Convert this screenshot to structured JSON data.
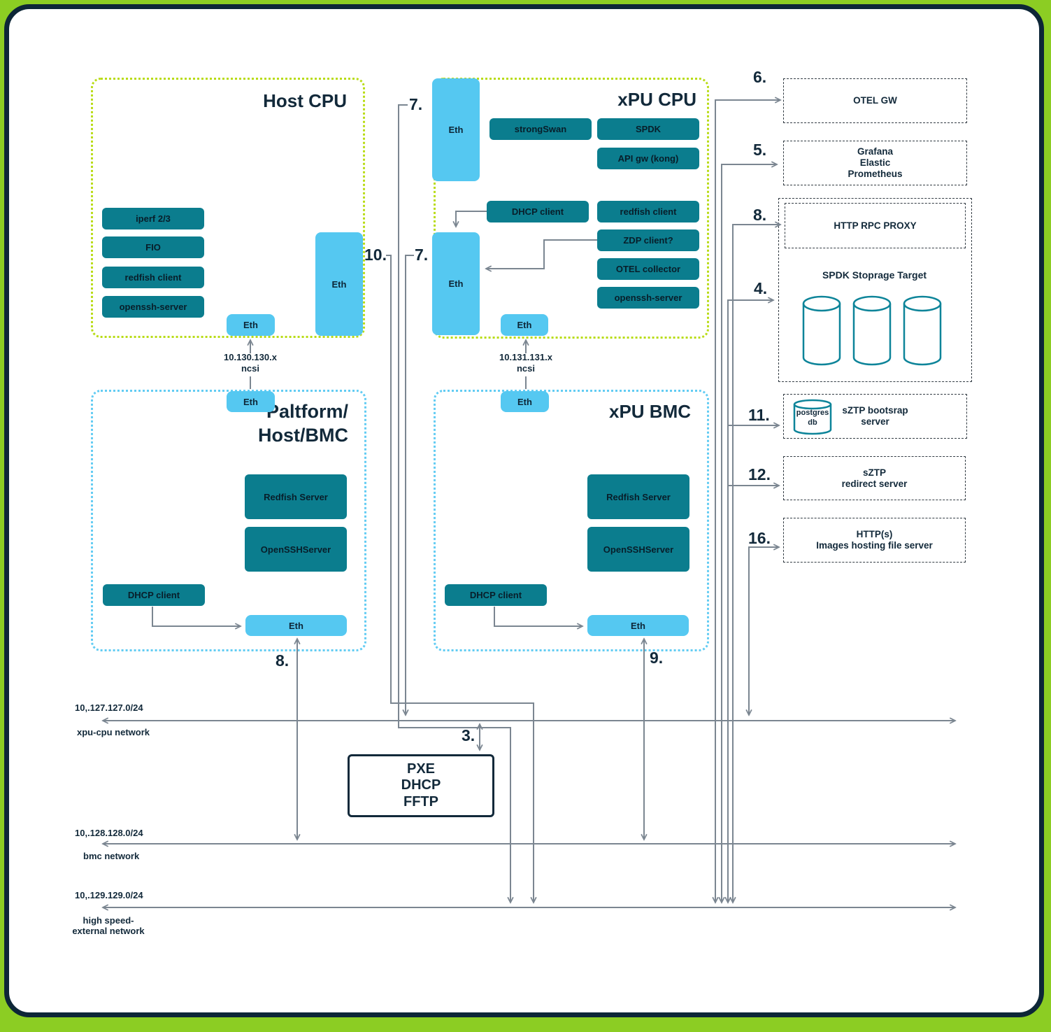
{
  "host_cpu": {
    "title": "Host CPU",
    "services": [
      "iperf 2/3",
      "FIO",
      "redfish client",
      "openssh-server"
    ],
    "eth_bottom": "Eth",
    "eth_right": "Eth",
    "ncsi_ip": "10.130.130.x",
    "ncsi_label": "ncsi"
  },
  "xpu_cpu": {
    "title": "xPU CPU",
    "eth_top": "Eth",
    "eth_mid": "Eth",
    "eth_bottom": "Eth",
    "strongswan": "strongSwan",
    "spdk": "SPDK",
    "api_gw": "API gw (kong)",
    "dhcp_client": "DHCP client",
    "redfish_client": "redfish client",
    "zdp_client": "ZDP client?",
    "otel_collector": "OTEL collector",
    "openssh_server": "openssh-server",
    "ncsi_ip": "10.131.131.x",
    "ncsi_label": "ncsi"
  },
  "platform_bmc": {
    "title_line1": "Paltform/",
    "title_line2": "Host/BMC",
    "eth_top": "Eth",
    "redfish_server": "Redfish Server",
    "openssh_server": "OpenSSHServer",
    "dhcp_client": "DHCP client",
    "eth_bottom": "Eth"
  },
  "xpu_bmc": {
    "title": "xPU BMC",
    "eth_top": "Eth",
    "redfish_server": "Redfish Server",
    "openssh_server": "OpenSSHServer",
    "dhcp_client": "DHCP client",
    "eth_bottom": "Eth"
  },
  "right_column": {
    "otel_gw": "OTEL GW",
    "observability": [
      "Grafana",
      "Elastic",
      "Prometheus"
    ],
    "http_rpc_proxy": "HTTP RPC PROXY",
    "spdk_target_title": "SPDK Stoprage Target",
    "postgres_line1": "postgres",
    "postgres_line2": "db",
    "sztp_bootstrap_line1": "sZTP bootsrap",
    "sztp_bootstrap_line2": "server",
    "sztp_redirect_line1": "sZTP",
    "sztp_redirect_line2": "redirect server",
    "images_line1": "HTTP(s)",
    "images_line2": "Images hosting file server"
  },
  "pxe_box": {
    "line1": "PXE",
    "line2": "DHCP",
    "line3": "FFTP"
  },
  "networks": [
    {
      "cidr": "10,.127.127.0/24",
      "name_line1": "xpu-cpu network",
      "name_line2": ""
    },
    {
      "cidr": "10,.128.128.0/24",
      "name_line1": "bmc network",
      "name_line2": ""
    },
    {
      "cidr": "10,.129.129.0/24",
      "name_line1": "high speed-",
      "name_line2": "external network"
    }
  ],
  "step_numbers": {
    "n3": "3.",
    "n4": "4.",
    "n5": "5.",
    "n6": "6.",
    "n7_top": "7.",
    "n7_mid": "7.",
    "n8_left": "8.",
    "n8_right": "8.",
    "n9": "9.",
    "n10": "10.",
    "n11": "11.",
    "n12": "12.",
    "n16": "16."
  },
  "colors": {
    "teal": "#0b7d8e",
    "light_blue": "#55c8f1",
    "lime_border": "#b9dc16",
    "cyan_border": "#62ccf3",
    "line_gray": "#7b8691",
    "dark_navy": "#12293a",
    "page_green": "#8ccd23"
  }
}
